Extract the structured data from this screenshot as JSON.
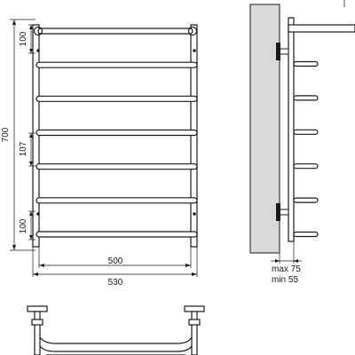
{
  "front_view": {
    "dim_left_total": "700",
    "dim_top_spacing": "100",
    "dim_mid_spacing": "107",
    "dim_bottom_spacing": "100",
    "dim_inner_width": "500",
    "dim_outer_width": "530",
    "rung_count": 7
  },
  "side_view": {
    "max_label": "max 75",
    "min_label": "min 55",
    "pin_count": 6
  },
  "colors": {
    "ink": "#1a1a1a",
    "wall": "#d9d9d9",
    "background": "#ffffff"
  }
}
